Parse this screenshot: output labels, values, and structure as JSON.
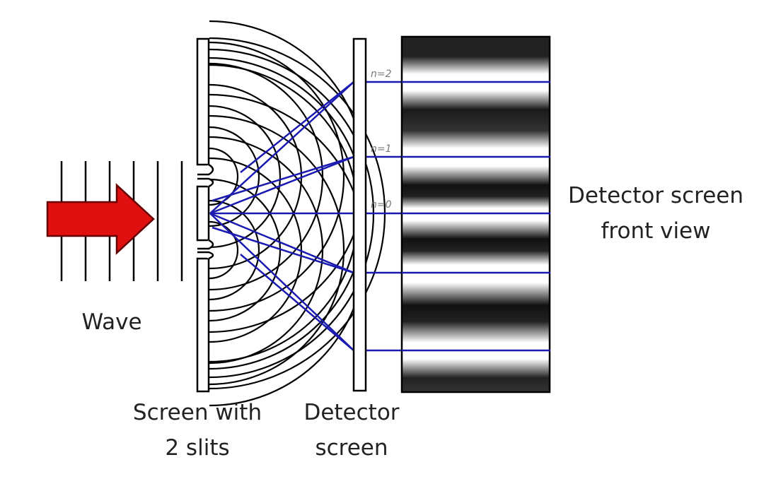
{
  "labels": {
    "wave": "Wave",
    "slit_screen": [
      "Screen with",
      "2 slits"
    ],
    "detector_screen": [
      "Detector",
      "screen"
    ],
    "front_view": [
      "Detector screen",
      "front view"
    ]
  },
  "orders": {
    "n2": "n=2",
    "n1": "n=1",
    "n0": "n=0"
  },
  "colors": {
    "arrow": "#e01010",
    "paths": "#1a1ab0",
    "wavefronts": "#000000"
  }
}
